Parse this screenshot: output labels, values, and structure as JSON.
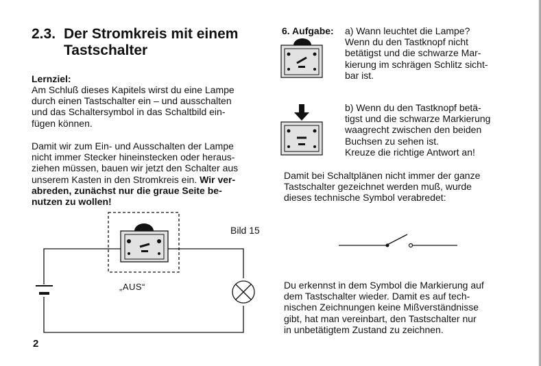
{
  "heading": {
    "number": "2.3.",
    "line1": "Der Stromkreis mit einem",
    "line2": "Tastschalter"
  },
  "lernziel": {
    "label": "Lernziel:",
    "text": "Am Schluß dieses Kapitels wirst du eine Lampe\ndurch einen Tastschalter ein – und ausschalten\nund das Schaltersymbol in das Schaltbild ein-\nfügen können."
  },
  "intro": {
    "text": "Damit wir zum Ein- und Ausschalten der Lampe\nnicht immer Stecker hineinstecken oder heraus-\nziehen müssen, bauen wir jetzt den Schalter aus\nunserem Kasten in den Stromkreis ein. ",
    "bold": "Wir ver-\nabreden, zunächst nur die graue Seite be-\nnutzen zu wollen!"
  },
  "figure": {
    "caption": "Bild 15",
    "switch_state": "„AUS“"
  },
  "aufgabe": {
    "label": "6. Aufgabe:",
    "question_a": "a) Wann leuchtet die Lampe?\n    Wenn du den Tastknopf nicht\n    betätigst und die schwarze Mar-\n    kierung im schrägen Schlitz sicht-\n    bar ist.",
    "question_b": "b) Wenn du den Tastknopf betä-\n    tigst und die schwarze Markierung\n    waagrecht zwischen den beiden\n    Buchsen zu sehen ist.\n    Kreuze die richtige Antwort an!"
  },
  "symbol_text": "Damit bei Schaltplänen nicht immer der ganze\nTastschalter gezeichnet werden muß, wurde\ndieses technische Symbol verabredet:",
  "conclusion": "Du erkennst in dem Symbol die Markierung auf\ndem Tastschalter wieder. Damit es auf tech-\nnischen Zeichnungen keine Mißverständnisse\ngibt, hat man vereinbart, den Tastschalter nur\nin unbetätigtem Zustand zu zeichnen.",
  "page_number": "2"
}
